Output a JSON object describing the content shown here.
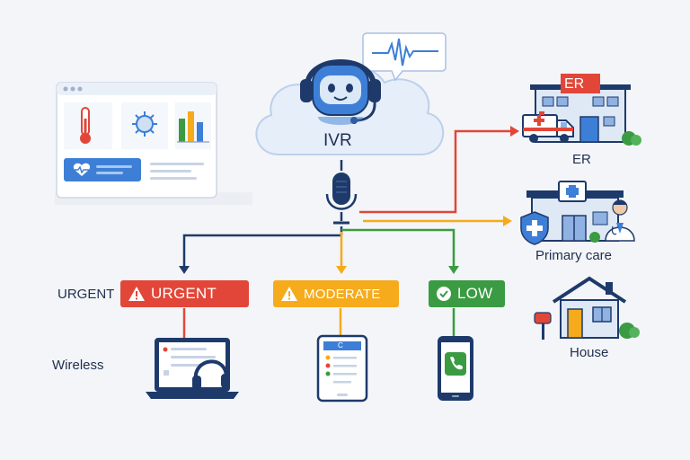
{
  "hub": {
    "label": "IVR"
  },
  "levels": {
    "side_label": "URGENT",
    "urgent": "URGENT",
    "moderate": "MODERATE",
    "low": "LOW"
  },
  "channel": {
    "label": "Wireless",
    "tablet_letter": "C"
  },
  "destinations": {
    "er": {
      "sign": "ER",
      "label": "ER"
    },
    "primary": {
      "label": "Primary care"
    },
    "house": {
      "label": "House"
    }
  },
  "colors": {
    "urgent": "#e24638",
    "moderate": "#f5ab1c",
    "low": "#3a9b42",
    "navy": "#1e3a6b",
    "cloud": "#e6eef9",
    "accent_blue": "#3d7fd6"
  },
  "icons": [
    "dashboard-window-icon",
    "thermometer-icon",
    "virus-icon",
    "bar-chart-icon",
    "heart-pulse-icon",
    "robot-headset-icon",
    "waveform-bubble-icon",
    "microphone-icon",
    "laptop-icon",
    "headset-icon",
    "tablet-icon",
    "smartphone-icon",
    "phone-icon",
    "hospital-icon",
    "ambulance-icon",
    "clinic-icon",
    "shield-cross-icon",
    "doctor-icon",
    "house-icon",
    "mailbox-icon"
  ]
}
